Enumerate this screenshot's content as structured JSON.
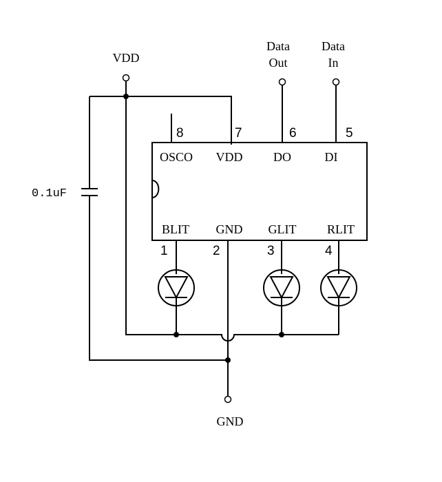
{
  "power": {
    "vdd_label": "VDD",
    "gnd_label": "GND"
  },
  "capacitor": {
    "value_label": "0.1uF"
  },
  "io": {
    "data_out": [
      "Data",
      "Out"
    ],
    "data_in": [
      "Data",
      "In"
    ]
  },
  "chip": {
    "top_pins": [
      {
        "number": "8",
        "name": "OSCO"
      },
      {
        "number": "7",
        "name": "VDD"
      },
      {
        "number": "6",
        "name": "DO"
      },
      {
        "number": "5",
        "name": "DI"
      }
    ],
    "bottom_pins": [
      {
        "number": "1",
        "name": "BLIT"
      },
      {
        "number": "2",
        "name": "GND"
      },
      {
        "number": "3",
        "name": "GLIT"
      },
      {
        "number": "4",
        "name": "RLIT"
      }
    ]
  }
}
